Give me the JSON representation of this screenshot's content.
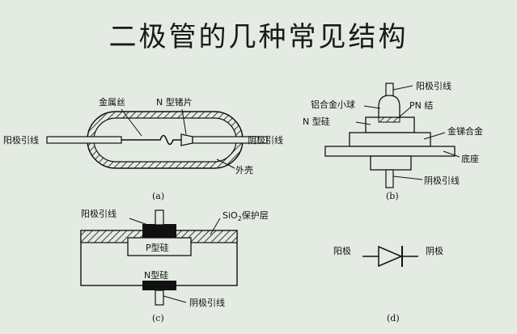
{
  "title": "二极管的几种常见结构",
  "panel_a": {
    "caption": "(a)",
    "anode_lead": "阳极引线",
    "gold_wire": "金属丝",
    "n_ge": "N 型锗片",
    "cathode_lead": "阴极引线",
    "shell": "外壳"
  },
  "panel_b": {
    "caption": "(b)",
    "anode_lead": "阳极引线",
    "al_ball": "铝合金小球",
    "pn": "PN 结",
    "n_si": "N 型硅",
    "au_sb": "金锑合金",
    "base": "底座",
    "cathode_lead": "阴极引线"
  },
  "panel_c": {
    "caption": "(c)",
    "anode_lead": "阳极引线",
    "sio2_main": "SiO",
    "sio2_sub": "2",
    "sio2_rest": "保护层",
    "p_si": "P型硅",
    "n_si": "N型硅",
    "cathode_lead": "阴极引线"
  },
  "panel_d": {
    "caption": "(d)",
    "anode": "阳极",
    "cathode": "阴极"
  }
}
